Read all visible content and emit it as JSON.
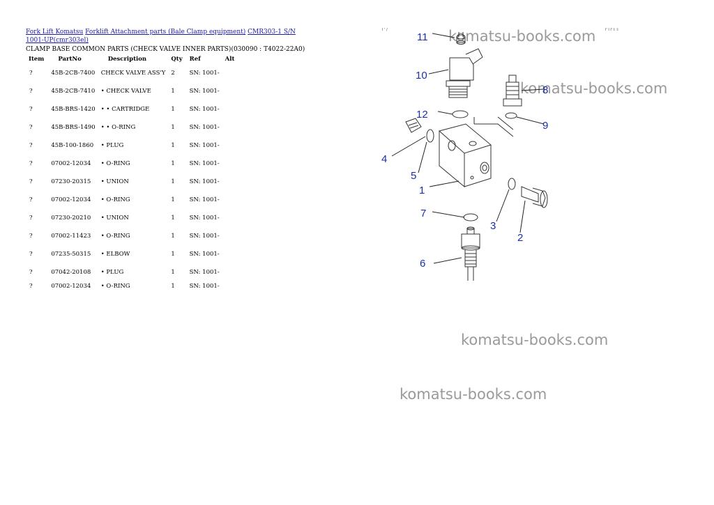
{
  "breadcrumbs": [
    {
      "label": "Fork Lift Komatsu"
    },
    {
      "label": "Forklift Attachment parts (Bale Clamp equipment)"
    },
    {
      "label": "CMR303-1 S/N 1001-UP(cmr303el)"
    }
  ],
  "subtitle": "CLAMP BASE COMMON PARTS (CHECK VALVE INNER PARTS)(030090 : T4022-22A0)",
  "table": {
    "headers": [
      "Item",
      "PartNo",
      "Description",
      "Qty",
      "Ref",
      "Alt"
    ],
    "rows": [
      {
        "item": "?",
        "part": "45B-2CB-7400",
        "desc": "CHECK VALVE ASS'Y",
        "qty": "2",
        "ref": "SN: 1001-"
      },
      {
        "item": "?",
        "part": "45B-2CB-7410",
        "desc": "• CHECK VALVE",
        "qty": "1",
        "ref": "SN: 1001-"
      },
      {
        "item": "?",
        "part": "45B-BRS-1420",
        "desc": "• • CARTRIDGE",
        "qty": "1",
        "ref": "SN: 1001-"
      },
      {
        "item": "?",
        "part": "45B-BRS-1490",
        "desc": "• • O-RING",
        "qty": "1",
        "ref": "SN: 1001-"
      },
      {
        "item": "?",
        "part": "45B-100-1860",
        "desc": "• PLUG",
        "qty": "1",
        "ref": "SN: 1001-"
      },
      {
        "item": "?",
        "part": "07002-12034",
        "desc": "• O-RING",
        "qty": "1",
        "ref": "SN: 1001-"
      },
      {
        "item": "?",
        "part": "07230-20315",
        "desc": "• UNION",
        "qty": "1",
        "ref": "SN: 1001-"
      },
      {
        "item": "?",
        "part": "07002-12034",
        "desc": "• O-RING",
        "qty": "1",
        "ref": "SN: 1001-"
      },
      {
        "item": "?",
        "part": "07230-20210",
        "desc": "• UNION",
        "qty": "1",
        "ref": "SN: 1001-"
      },
      {
        "item": "?",
        "part": "07002-11423",
        "desc": "• O-RING",
        "qty": "1",
        "ref": "SN: 1001-"
      },
      {
        "item": "?",
        "part": "07235-50315",
        "desc": "• ELBOW",
        "qty": "1",
        "ref": "SN: 1001-"
      },
      {
        "item": "?",
        "part": "07042-20108",
        "desc": "• PLUG",
        "qty": "1",
        "ref": "SN: 1001-"
      },
      {
        "item": "?",
        "part": "07002-12034",
        "desc": "• O-RING",
        "qty": "1",
        "ref": "SN: 1001-"
      }
    ]
  },
  "watermarks": [
    "komatsu-books.com",
    "komatsu-books.com",
    "komatsu-books.com",
    "komatsu-books.com"
  ],
  "diagram": {
    "callouts": [
      "11",
      "10",
      "8",
      "12",
      "9",
      "4",
      "5",
      "1",
      "7",
      "3",
      "2",
      "6"
    ],
    "corner_left": "l ' /",
    "corner_right": "l' l l' l: l:"
  },
  "colors": {
    "link": "#1a1aa6",
    "callout": "#1b2fa8",
    "watermark": "#9a9a9a"
  }
}
